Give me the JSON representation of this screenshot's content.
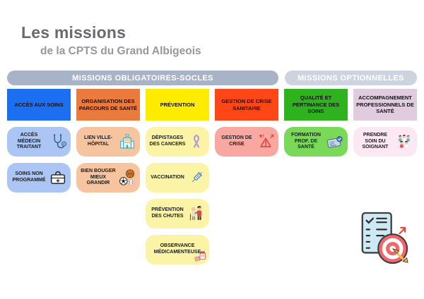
{
  "page": {
    "title": "Les missions",
    "subtitle": "de la CPTS du Grand Albigeois",
    "background": "#ffffff"
  },
  "banners": {
    "socles": {
      "label": "MISSIONS OBLIGATOIRES-SOCLES",
      "color": "#a9b3c7"
    },
    "optionnelles": {
      "label": "MISSIONS OPTIONNELLES",
      "color": "#ced4df"
    }
  },
  "columns": [
    {
      "id": "acces-aux-soins",
      "header": {
        "label": "ACCÈS AUX SOINS",
        "color": "#1d6ff2"
      },
      "card_color": "#abc5f5",
      "cards": [
        {
          "label": "ACCÈS MÉDECIN TRAITANT",
          "icon": "stethoscope-icon"
        },
        {
          "label": "SOINS NON PROGRAMMÉ",
          "icon": "doctor-bag-icon"
        }
      ]
    },
    {
      "id": "organisation-parcours-sante",
      "header": {
        "label": "ORGANISATION DES PARCOURS DE SANTÉ",
        "color": "#ea7b3c"
      },
      "card_color": "#f6c49f",
      "cards": [
        {
          "label": "LIEN VILLE-HÔPITAL",
          "icon": "hospital-icon"
        },
        {
          "label": "BIEN BOUGER MIEUX GRANDIR",
          "icon": "sports-balls-icon"
        }
      ]
    },
    {
      "id": "prevention",
      "header": {
        "label": "PRÉVENTION",
        "color": "#feec00"
      },
      "card_color": "#fbf3a5",
      "cards": [
        {
          "label": "DÉPISTAGES DES CANCERS",
          "icon": "awareness-ribbon-icon"
        },
        {
          "label": "VACCINATION",
          "icon": "syringe-icon"
        },
        {
          "label": "PRÉVENTION DES CHUTES",
          "icon": "fall-prevention-icon"
        },
        {
          "label": "OBSERVANCE MÉDICAMENTEUSE",
          "icon": "medication-icon"
        }
      ]
    },
    {
      "id": "gestion-crise-sanitaire",
      "header": {
        "label": "GESTION DE CRISE SANITAIRE",
        "color": "#fe4716"
      },
      "card_color": "#f8a8a0",
      "cards": [
        {
          "label": "GESTION DE CRISE",
          "icon": "crisis-triangle-icon"
        }
      ]
    },
    {
      "id": "qualite-pertinance-soins",
      "header": {
        "label": "QUALITÉ ET PERTINANCE DES SOINS",
        "color": "#2eb31e"
      },
      "card_color": "#7ad959",
      "cards": [
        {
          "label": "FORMATION PROF. DE SANTÉ",
          "icon": "certificate-icon"
        }
      ]
    },
    {
      "id": "accompagnement-professionnels",
      "header": {
        "label": "ACCOMPAGNEMENT PROFESSIONNELS DE SANTÉ",
        "color": "#e1cbdf"
      },
      "card_color": "#fce8f2",
      "cards": [
        {
          "label": "PRENDRE SOIN DU SOIGNANT",
          "icon": "care-team-icon"
        }
      ]
    }
  ],
  "decoration": {
    "icon": "checklist-target-icon"
  }
}
